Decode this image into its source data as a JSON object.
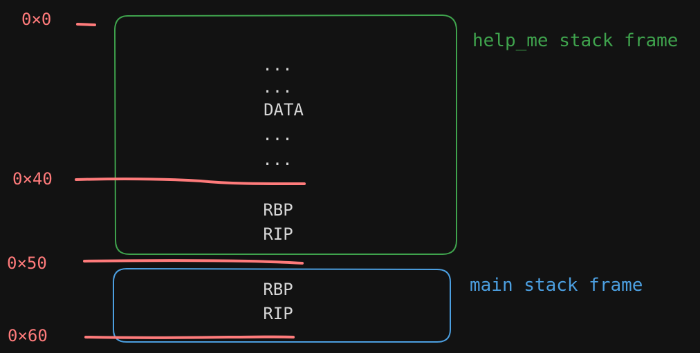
{
  "colors": {
    "background": "#121212",
    "help_frame": "#3fa34d",
    "main_frame": "#4c9fe0",
    "marker": "#ff7b7b",
    "cell_text": "#d6d6d6"
  },
  "addresses": {
    "a0": "0×0",
    "a40": "0×40",
    "a50": "0×50",
    "a60": "0×60"
  },
  "help_frame": {
    "label": "help_me stack frame",
    "rows": [
      "...",
      "...",
      "DATA",
      "...",
      "...",
      "RBP",
      "RIP"
    ]
  },
  "main_frame": {
    "label": "main stack frame",
    "rows": [
      "RBP",
      "RIP"
    ]
  }
}
